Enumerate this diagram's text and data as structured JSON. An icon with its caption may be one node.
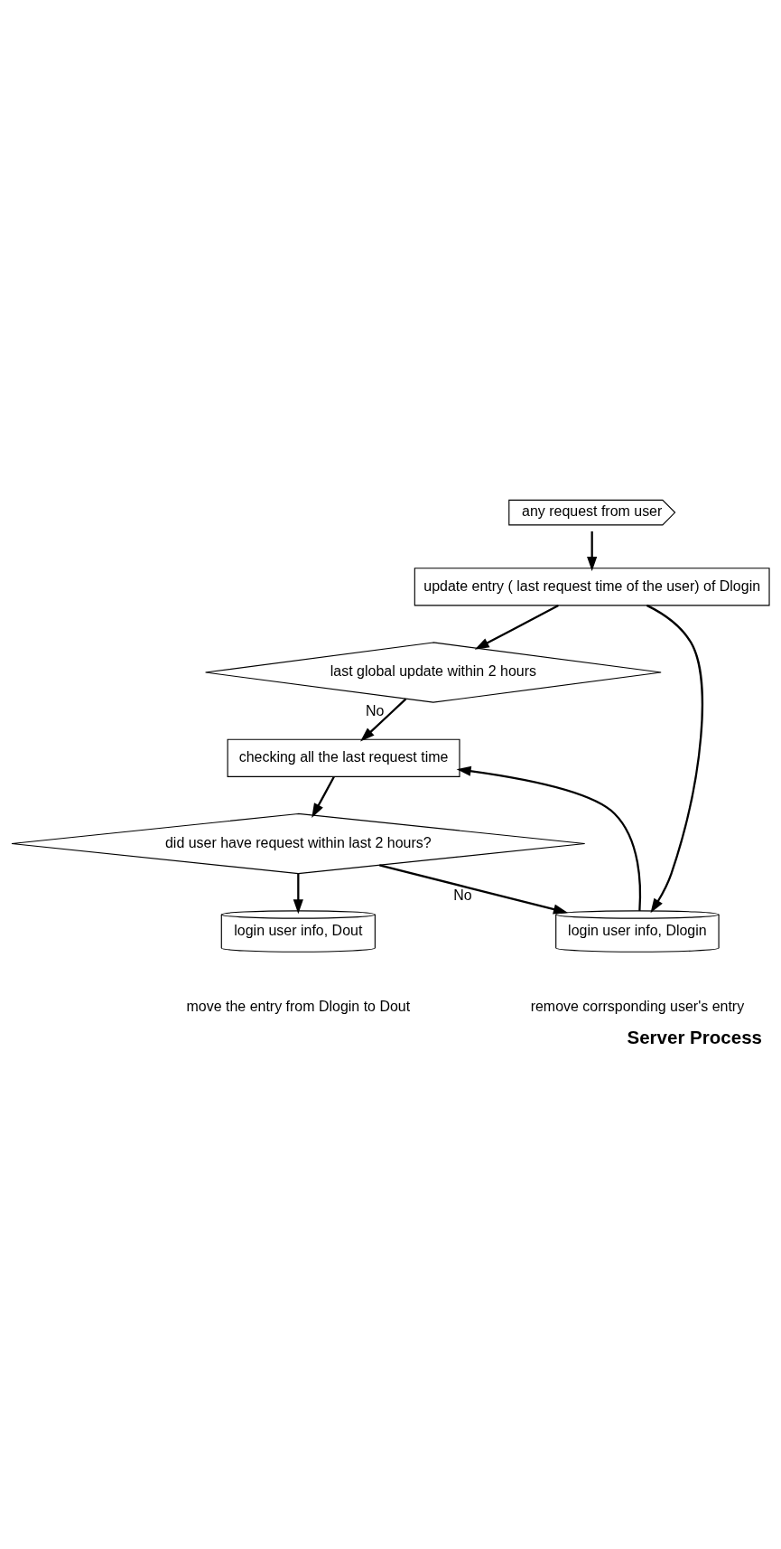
{
  "diagram": {
    "caption": "Server Process",
    "nodes": [
      {
        "text": [
          "any request from user"
        ]
      },
      {
        "text": [
          "update entry ( last request time of the user) of Dlogin"
        ]
      },
      {
        "text": [
          "last global update within 2 hours"
        ]
      },
      {
        "text": [
          "checking all the last request time"
        ]
      },
      {
        "text": [
          "did user have request within last 2 hours?"
        ]
      },
      {
        "text": [
          "login user info, Dlogin"
        ],
        "beside": [
          "remove corrsponding user's entry"
        ]
      },
      {
        "text": [
          "login user info, Dout"
        ],
        "beside": [
          "move the entry from Dlogin to Dout"
        ]
      }
    ],
    "edges": [
      {
        "from": 0,
        "to": 1,
        "arrow": "to"
      },
      {
        "from": 1,
        "to": 2,
        "arrow": "to"
      },
      {
        "from": 2,
        "to": 3,
        "arrow": "to",
        "label": "No"
      },
      {
        "from": 3,
        "to": 4,
        "arrow": "to"
      },
      {
        "from": 4,
        "to": 5,
        "arrow": "to",
        "label": "No"
      },
      {
        "from": 4,
        "to": 6,
        "arrow": "to"
      },
      {
        "from": 1,
        "to": 5,
        "arrow": "to"
      },
      {
        "from": 5,
        "to": 3,
        "arrow": "to"
      }
    ]
  }
}
